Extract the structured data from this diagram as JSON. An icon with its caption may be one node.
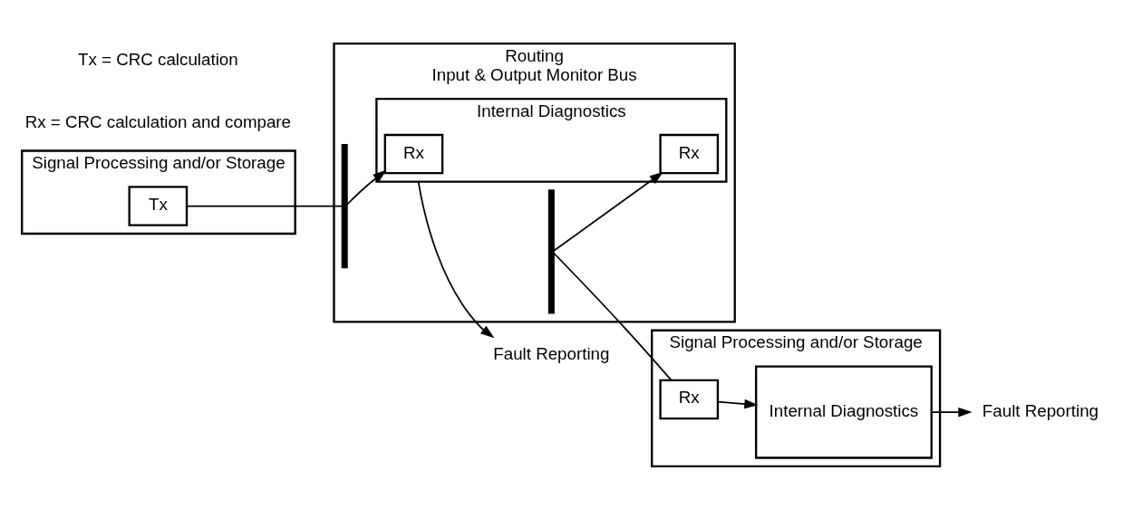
{
  "diagram": {
    "nodes": [
      {
        "text": [
          "Signal Processing and/or Storage"
        ]
      },
      {
        "text": [
          "Tx"
        ],
        "in": 0
      },
      {
        "text": [
          "Routing",
          "Input & Output Monitor Bus"
        ]
      },
      {
        "text": [
          "Internal Diagnostics"
        ],
        "in": 2
      },
      {
        "text": [
          "Rx"
        ],
        "in": 3
      },
      {
        "text": [
          "Rx"
        ],
        "in": 3
      },
      {
        "text": [],
        "shape": "bar",
        "in": 2
      },
      {
        "text": [],
        "shape": "bar",
        "in": 2
      },
      {
        "text": [
          "Fault Reporting"
        ]
      },
      {
        "text": [
          "Signal Processing and/or Storage"
        ]
      },
      {
        "text": [
          "Internal Diagnostics"
        ],
        "in": 9
      },
      {
        "text": [
          "Rx"
        ],
        "in": 9
      },
      {
        "text": [
          "Fault Reporting"
        ]
      }
    ],
    "edges": [
      {
        "from": 1,
        "to": 6,
        "arrow": "none"
      },
      {
        "from": 6,
        "to": 4,
        "arrow": "to"
      },
      {
        "from": 7,
        "to": 5,
        "arrow": "to"
      },
      {
        "from": 7,
        "to": 11,
        "arrow": "none"
      },
      {
        "from": 3,
        "to": 8,
        "arrow": "to"
      },
      {
        "from": 11,
        "to": 10,
        "arrow": "to"
      },
      {
        "from": 10,
        "to": 12,
        "arrow": "to"
      }
    ],
    "labels": [
      "Tx = CRC calculation",
      "Rx = CRC calculation and compare"
    ]
  }
}
